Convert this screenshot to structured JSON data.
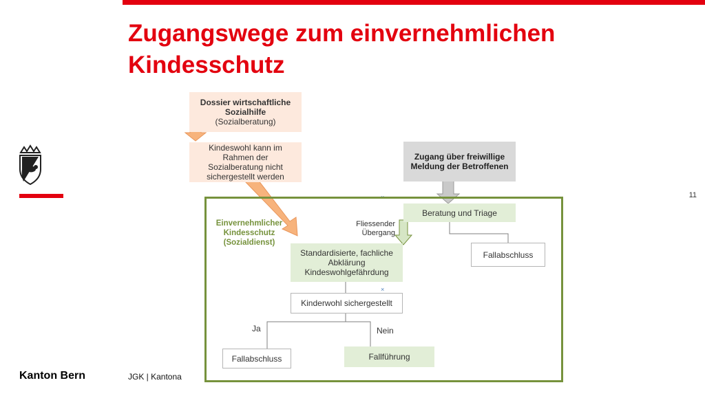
{
  "slide": {
    "title": "Zugangswege zum einvernehmlichen Kindesschutz",
    "page_number": "11",
    "brand": "Kanton Bern",
    "footer": "JGK | Kantona"
  },
  "diagram": {
    "dossier_box": {
      "line1": "Dossier wirtschaftliche",
      "line2": "Sozialhilfe",
      "line3": "(Sozialberatung)"
    },
    "kindeswohl_box": "Kindeswohl kann im Rahmen der Sozialberatung nicht sichergestellt werden",
    "zugang_box": "Zugang über freiwillige Meldung der Betroffenen",
    "frame_label": "Einvernehmlicher Kindesschutz (Sozialdienst)",
    "fliessend_label": "Fliessender Übergang",
    "beratung_box": "Beratung und Triage",
    "fallabschluss_right": "Fallabschluss",
    "standardisiert_box": "Standardisierte, fachliche Abklärung Kindeswohlgefährdung",
    "kinderwohl_box": "Kinderwohl sichergestellt",
    "ja_label": "Ja",
    "nein_label": "Nein",
    "fallabschluss_left": "Fallabschluss",
    "fallfuehrung_box": "Fallführung"
  },
  "colors": {
    "accent_red": "#e3000f",
    "frame_green": "#76923c",
    "peach": "#fde9dd",
    "arrow_orange": "#f7b37c"
  }
}
